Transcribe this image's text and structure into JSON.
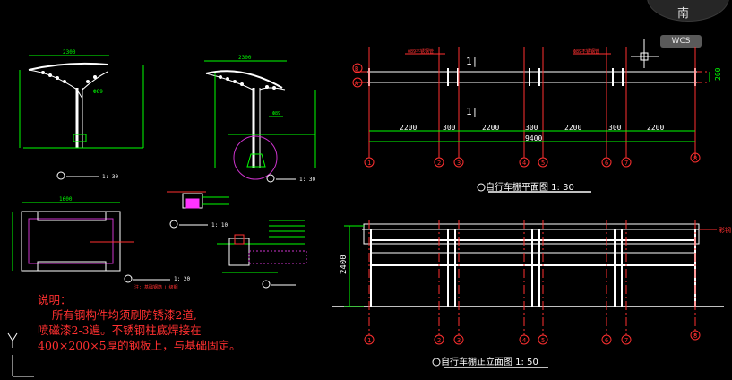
{
  "viewcube": {
    "direction": "南",
    "wcs_label": "WCS"
  },
  "plan_view": {
    "title": "自行车棚平面图  1: 30",
    "axis_top": "B",
    "axis_bottom": "A",
    "side_dim": "200",
    "dims": [
      "2200",
      "300",
      "2200",
      "300",
      "2200",
      "300",
      "2200"
    ],
    "total_dim": "9400",
    "mark": "1|"
  },
  "elevation_view": {
    "title": "自行车棚正立面图  1: 50",
    "height_dim": "2400",
    "tag": "彩钢"
  },
  "grid_axes": [
    "1",
    "2",
    "3",
    "4",
    "5",
    "6",
    "7",
    "8"
  ],
  "section_views": {
    "detail_1": {
      "scale": "1: 30",
      "dim": "2300"
    },
    "detail_2": {
      "scale": "1: 30",
      "dim": "2300"
    },
    "foundation_plan": {
      "scale": "1: 20",
      "dim": "1600"
    },
    "detail_small": {
      "scale": "1: 10"
    }
  },
  "notes": {
    "heading": "说明：",
    "line1": "    所有钢构件均须刷防锈漆2道,",
    "line2": "喷磁漆2-3遍。不锈钢柱底焊接在",
    "line3": "400×200×5厚的钢板上，与基础固定。"
  }
}
